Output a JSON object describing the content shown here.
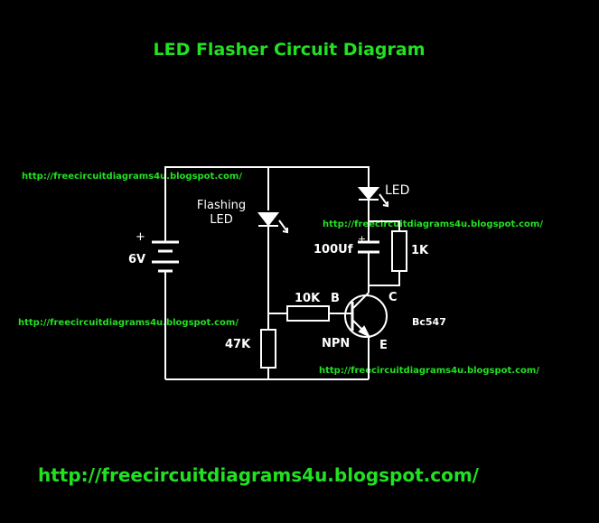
{
  "title": "LED Flasher Circuit Diagram",
  "urls": {
    "top_left": "http://freecircuitdiagrams4u.blogspot.com/",
    "middle_right": "http://freecircuitdiagrams4u.blogspot.com/",
    "middle_left": "http://freecircuitdiagrams4u.blogspot.com/",
    "bottom_right": "http://freecircuitdiagrams4u.blogspot.com/",
    "footer": "http://freecircuitdiagrams4u.blogspot.com/"
  },
  "labels": {
    "flashing_led_line1": "Flashing",
    "flashing_led_line2": "LED",
    "led": "LED",
    "battery_plus": "+",
    "battery_voltage": "6V",
    "capacitor_plus": "+",
    "capacitor_value": "100Uf",
    "resistor_1k": "1K",
    "resistor_10k": "10K",
    "base": "B",
    "collector": "C",
    "emitter": "E",
    "transistor_type": "NPN",
    "transistor_model": "Bc547",
    "resistor_47k": "47K"
  },
  "colors": {
    "background": "#000000",
    "wire": "#ffffff",
    "url_text": "#22e022"
  }
}
